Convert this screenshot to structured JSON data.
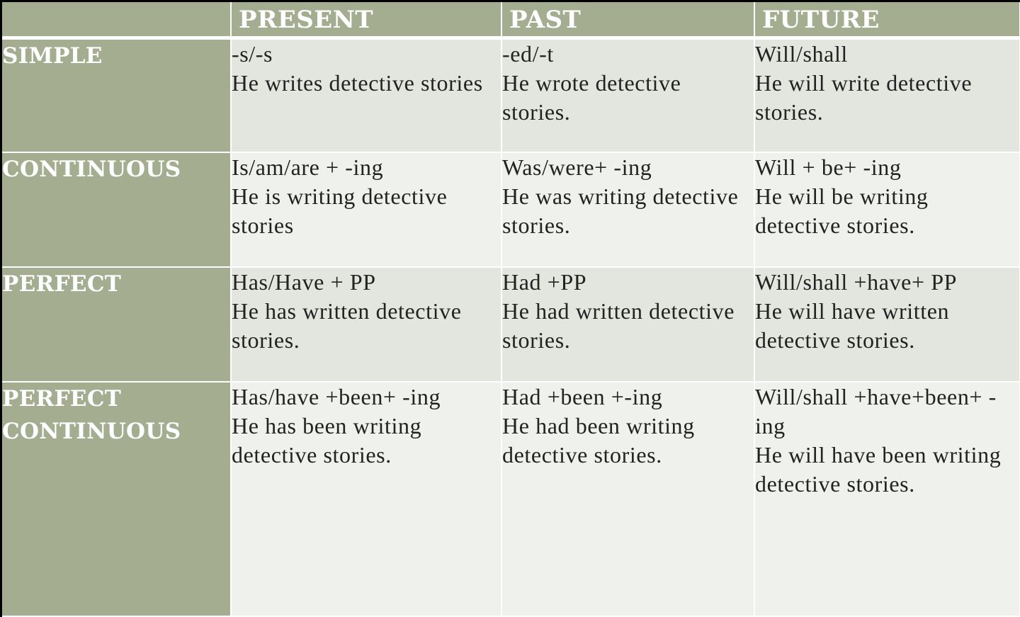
{
  "headers": {
    "corner": "",
    "present": "PRESENT",
    "past": "PAST",
    "future": "FUTURE"
  },
  "rows": [
    {
      "label": "SIMPLE",
      "present": {
        "formula": "-s/-s",
        "example": "He writes detective stories"
      },
      "past": {
        "formula": "-ed/-t",
        "example": "He wrote detective stories."
      },
      "future": {
        "formula": "Will/shall",
        "example": "He will write detective stories."
      }
    },
    {
      "label": "CONTINUOUS",
      "present": {
        "formula": "Is/am/are + -ing",
        "example": "He is writing detective stories"
      },
      "past": {
        "formula": "Was/were+ -ing",
        "example": "He was writing detective stories."
      },
      "future": {
        "formula": "Will + be+ -ing",
        "example": "He will be writing detective stories."
      }
    },
    {
      "label": "PERFECT",
      "present": {
        "formula": "Has/Have + PP",
        "example": "He has written detective stories."
      },
      "past": {
        "formula": "Had +PP",
        "example": "He had written detective stories."
      },
      "future": {
        "formula": "Will/shall +have+ PP",
        "example": "He will have written detective stories."
      }
    },
    {
      "label": "PERFECT CONTINUOUS",
      "present": {
        "formula": "Has/have +been+ -ing",
        "example": "He has been writing detective stories."
      },
      "past": {
        "formula": "Had +been +-ing",
        "example": "He had been writing detective stories."
      },
      "future": {
        "formula": "Will/shall +have+been+ -ing",
        "example": "He will have been writing detective stories."
      }
    }
  ],
  "colors": {
    "header_bg": "#a4ad90",
    "row_dark": "#e3e5df",
    "row_light": "#eff1ec",
    "text": "#222222",
    "border": "#ffffff"
  }
}
